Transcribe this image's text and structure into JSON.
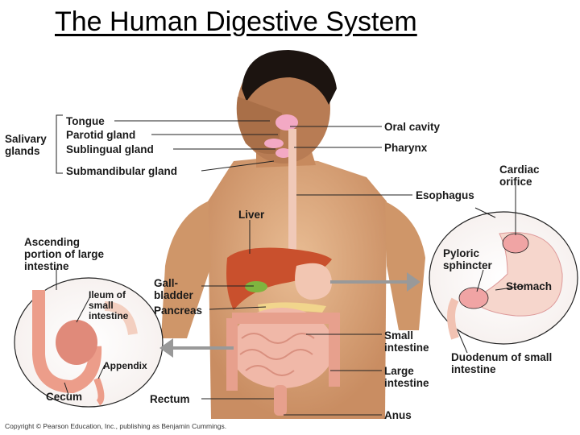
{
  "title": "The Human Digestive System",
  "labels": {
    "salivary_glands": "Salivary glands",
    "tongue": "Tongue",
    "parotid_gland": "Parotid gland",
    "sublingual_gland": "Sublingual gland",
    "submandibular_gland": "Submandibular gland",
    "oral_cavity": "Oral cavity",
    "pharynx": "Pharynx",
    "esophagus": "Esophagus",
    "cardiac_orifice": "Cardiac orifice",
    "liver": "Liver",
    "ascending_colon": "Ascending portion of large intestine",
    "gallbladder": "Gall- bladder",
    "pancreas": "Pancreas",
    "pyloric_sphincter": "Pyloric sphincter",
    "stomach": "Stomach",
    "ileum": "Ileum of small intestine",
    "appendix": "Appendix",
    "cecum": "Cecum",
    "small_intestine": "Small intestine",
    "large_intestine": "Large intestine",
    "duodenum": "Duodenum of small intestine",
    "rectum": "Rectum",
    "anus": "Anus"
  },
  "copyright": "Copyright © Pearson Education, Inc., publishing as Benjamin Cummings.",
  "colors": {
    "skin": "#d9a77e",
    "hair": "#1c1410",
    "liver": "#c9502d",
    "intestine": "#f0b8a8",
    "gland": "#f3a9c4"
  }
}
